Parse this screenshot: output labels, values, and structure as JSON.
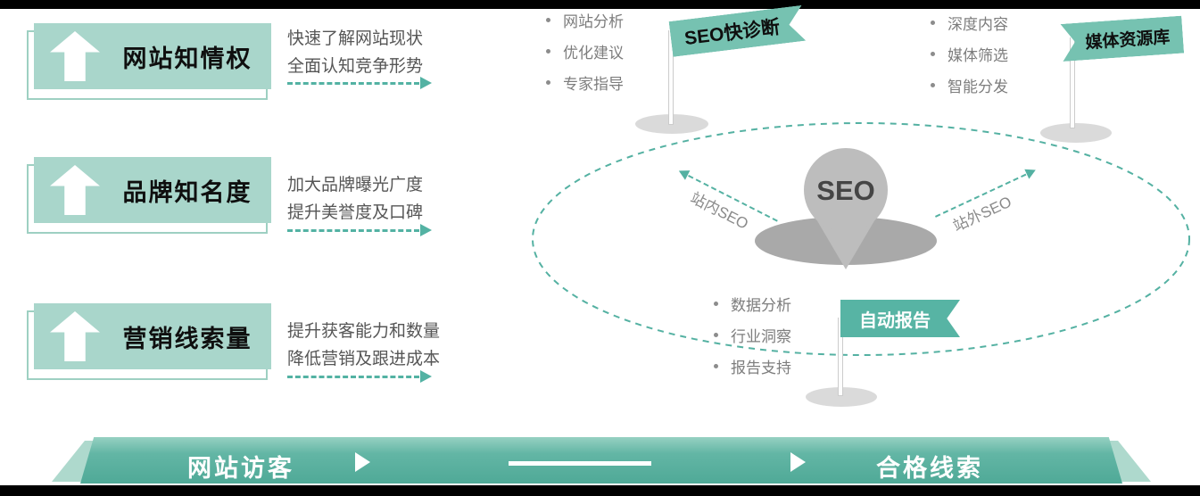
{
  "benefits": [
    {
      "title": "网站知情权",
      "desc1": "快速了解网站现状",
      "desc2": "全面认知竞争形势"
    },
    {
      "title": "品牌知名度",
      "desc1": "加大品牌曝光广度",
      "desc2": "提升美誉度及口碑"
    },
    {
      "title": "营销线索量",
      "desc1": "提升获客能力和数量",
      "desc2": "降低营销及跟进成本"
    }
  ],
  "features": [
    {
      "flag": "SEO快诊断",
      "items": [
        "网站分析",
        "优化建议",
        "专家指导"
      ]
    },
    {
      "flag": "媒体资源库",
      "items": [
        "深度内容",
        "媒体筛选",
        "智能分发"
      ]
    },
    {
      "flag": "自动报告",
      "items": [
        "数据分析",
        "行业洞察",
        "报告支持"
      ]
    }
  ],
  "center": {
    "pin_label": "SEO",
    "inner_label": "站内SEO",
    "outer_label": "站外SEO"
  },
  "banner": {
    "left_label": "网站访客",
    "right_label": "合格线索"
  },
  "colors": {
    "box_fill": "#a9d6cb",
    "flag_teal": "#76c2b1",
    "flag_dark_teal": "#57b4a4",
    "dashed_accent": "#53b2a3",
    "pin_gray": "#bdbdbd",
    "banner_teal": "#4fa997",
    "text_gray": "#7d7d7d"
  }
}
